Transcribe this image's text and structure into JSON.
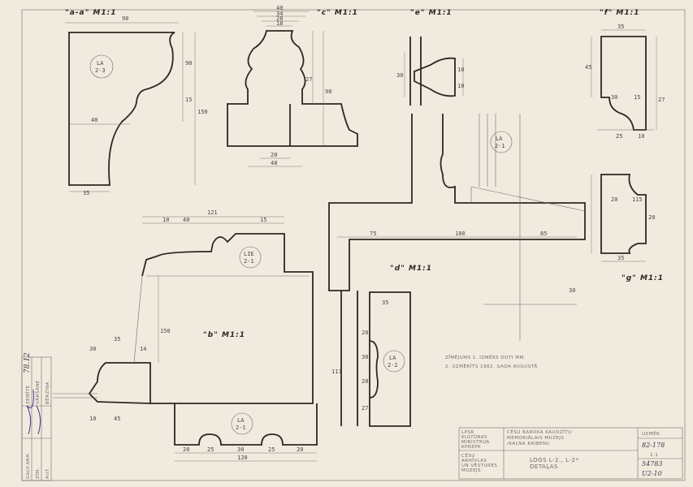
{
  "sections": {
    "a": "\"a-a\" M1:1",
    "c": "\"c\" M1:1",
    "e": "\"e\" M1:1",
    "f": "\"f\" M1:1",
    "g": "\"g\" M1:1",
    "d": "\"d\" M1:1",
    "b": "\"b\" M1:1"
  },
  "tags": {
    "la23": [
      "LA",
      "2-3"
    ],
    "lie21": [
      "LIE",
      "2-1"
    ],
    "la21d": [
      "LA",
      "2-1"
    ],
    "la22": [
      "LA",
      "2-2"
    ],
    "la21b": [
      "LA",
      "2-1"
    ]
  },
  "dimensions": {
    "a": [
      "90",
      "90",
      "40",
      "150",
      "35",
      "15"
    ],
    "c": [
      "40",
      "34",
      "28",
      "18",
      "27",
      "90",
      "20",
      "48"
    ],
    "e": [
      "30",
      "10",
      "10"
    ],
    "f": [
      "35",
      "45",
      "30",
      "15",
      "27",
      "25",
      "10"
    ],
    "g": [
      "20",
      "115",
      "20",
      "35"
    ],
    "d": [
      "75",
      "180",
      "85",
      "30"
    ],
    "b": [
      "121",
      "40",
      "10",
      "15",
      "150",
      "35",
      "30",
      "14",
      "10",
      "45"
    ],
    "la22": [
      "35",
      "20",
      "30",
      "20",
      "117",
      "27"
    ],
    "la21": [
      "20",
      "25",
      "30",
      "25",
      "20",
      "120"
    ]
  },
  "note": {
    "line1": "ZĪMĒJUMS 1. IZMĒRS DOTI MM.",
    "line2": "2. UZMĒRĪTS 1982. GADA AUGUSTĀ"
  },
  "title_block": {
    "org": [
      "LPSR",
      "KULTŪRAS",
      "MINISTRIJA",
      "KPREPK"
    ],
    "object": [
      "CĒSU",
      "ARHĪVLAS",
      "UN VĒSTURES",
      "MUZEJS"
    ],
    "project": [
      "CĒSU BAROKA KAUDZĪTU",
      "MEMORIĀLAIS MUZEJS",
      "/KALNA KAIBENI/"
    ],
    "drawing": [
      "LOGS L-2., L-2*",
      "DETAĻAS"
    ],
    "stage": "UZMĒR.",
    "number": "82-178",
    "scale": "1:1",
    "archive": "54783",
    "sheet": "U2-10"
  },
  "stamp": {
    "rows": [
      "GALV.ARH.",
      "ZĪM.",
      "AUT."
    ],
    "names": [
      "ZEMĪTE",
      "VĀRŠĀNE",
      "BĒRZIŅA"
    ],
    "date": "78.12"
  }
}
